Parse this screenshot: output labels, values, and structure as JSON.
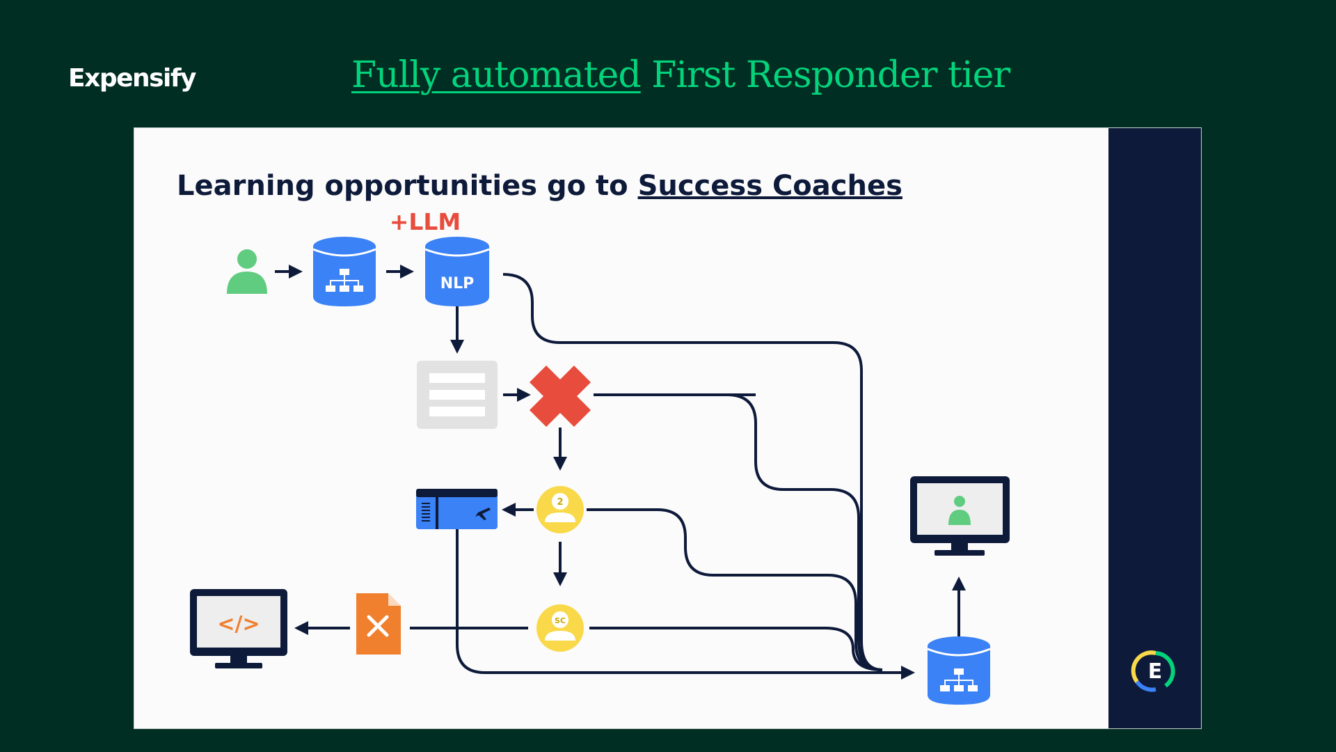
{
  "slide": {
    "brand": "Expensify",
    "title_underlined": "Fully automated",
    "title_rest": " First Responder tier"
  },
  "diagram": {
    "heading_prefix": "Learning opportunities go to ",
    "heading_underlined": "Success Coaches",
    "llm_label": "+LLM",
    "nlp_label": "NLP",
    "tier2_badge": "2",
    "coach_badge": "SC",
    "code_label": "</>",
    "logo_letter": "E"
  },
  "colors": {
    "background": "#002e22",
    "accent_green": "#03d47c",
    "database_blue": "#3b82f6",
    "reject_red": "#e74c3c",
    "agent_yellow": "#f9d94a",
    "tool_orange": "#f07f2e",
    "navy": "#0e1a3a"
  }
}
